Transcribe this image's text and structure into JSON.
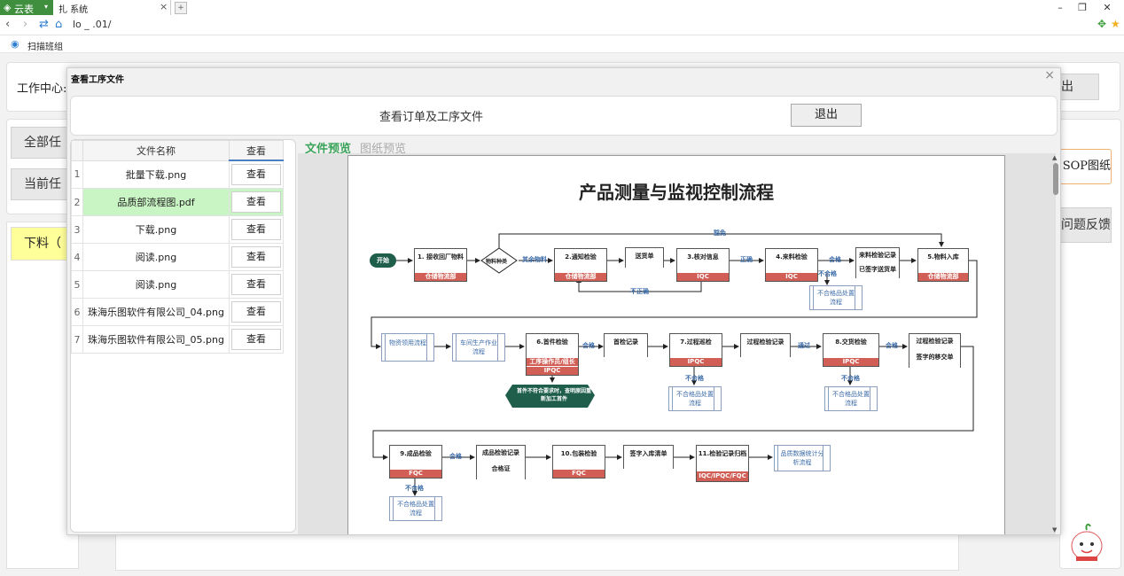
{
  "browser": {
    "app_tab_label": "云表",
    "tab_title": "扎   系统",
    "url": "lo            _ .01/",
    "bookmark_label": "扫描班组"
  },
  "background": {
    "work_center_label": "工作中心:",
    "btn_all_tasks": "全部任",
    "btn_current_tasks": "当前任",
    "btn_feed": "下料（",
    "btn_exit_right": "出",
    "btn_sop": "SOP图纸",
    "btn_feedback": "问题反馈"
  },
  "modal": {
    "title": "查看工序文件",
    "close_glyph": "×",
    "header_title": "查看订单及工序文件",
    "exit_label": "退出",
    "table": {
      "col_name": "文件名称",
      "col_view": "查看",
      "rows": [
        {
          "idx": "1",
          "name": "批量下载.png",
          "action": "查看"
        },
        {
          "idx": "2",
          "name": "品质部流程图.pdf",
          "action": "查看"
        },
        {
          "idx": "3",
          "name": "下载.png",
          "action": "查看"
        },
        {
          "idx": "4",
          "name": "阅读.png",
          "action": "查看"
        },
        {
          "idx": "5",
          "name": "阅读.png",
          "action": "查看"
        },
        {
          "idx": "6",
          "name": "珠海乐图软件有限公司_04.png",
          "action": "查看"
        },
        {
          "idx": "7",
          "name": "珠海乐图软件有限公司_05.png",
          "action": "查看"
        }
      ],
      "selected_row": 1
    },
    "preview_tabs": {
      "file_preview": "文件预览",
      "drawing_preview": "图纸预览"
    },
    "colors": {
      "selected_row": "#c9f5c4",
      "active_tab": "#3aa35a",
      "inactive_tab": "#aaaaaa",
      "role_red": "#d15f56",
      "flow_blue": "#3a6aa8"
    }
  },
  "flowchart": {
    "title": "产品测量与监视控制流程",
    "start": "开始",
    "n1": "1. 接收回厂物料",
    "n1r": "仓储物流部",
    "decision": "物料种类",
    "other_material": "其余物料",
    "n2": "2.通知检验",
    "n2r": "仓储物流部",
    "delivery_note": "送货单",
    "n3": "3.核对信息",
    "n3r": "IQC",
    "correct": "正确",
    "n4": "4.来料检验",
    "n4r": "IQC",
    "pass1": "合格",
    "incoming_record": "来料检验记录",
    "signed_note": "已签字送货单",
    "n5": "5.物料入库",
    "n5r": "仓储物流部",
    "fail1": "不合格",
    "nc_proc1": "不合格品处置流程",
    "incorrect": "不正确",
    "exempt": "豁免",
    "material_proc": "物资领用流程",
    "workshop_proc": "车间生产作业流程",
    "n6": "6.首件检验",
    "n6r1": "工序操作员/组长",
    "n6r2": "IPQC",
    "pass2": "合格",
    "first_record": "首检记录",
    "n7": "7.过程巡检",
    "n7r": "IPQC",
    "process_record": "过程检验记录",
    "passed": "通过",
    "n8": "8.交货检验",
    "n8r": "IPQC",
    "pass3": "合格",
    "process_record2": "过程检验记录",
    "signed_transfer": "签字的移交单",
    "fail2": "不合格",
    "nc_proc2": "不合格品处置流程",
    "fail3": "不合格",
    "nc_proc3": "不合格品处置流程",
    "first_fail": "首件不符合要求时，查明原因重新加工首件",
    "n9": "9.成品检验",
    "n9r": "FQC",
    "pass4": "合格",
    "final_record": "成品检验记录",
    "certificate": "合格证",
    "n10": "10.包装检验",
    "n10r": "FQC",
    "signed_list": "签字入库清单",
    "n11": "11.检验记录归档",
    "n11r": "IQC/IPQC/FQC",
    "stats_proc": "品质数据统计分析流程",
    "fail4": "不合格",
    "nc_proc4": "不合格品处置流程"
  }
}
